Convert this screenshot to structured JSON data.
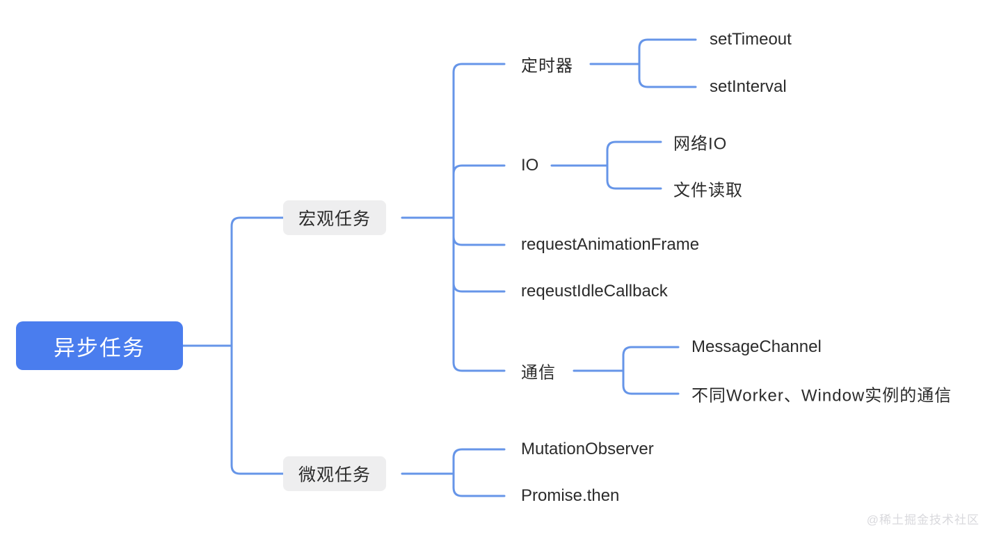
{
  "colors": {
    "root_fill": "#4a7dee",
    "root_text": "#ffffff",
    "branch_fill": "#eeeeef",
    "branch_text": "#2b2b2b",
    "edge": "#6695e8",
    "background": "#ffffff",
    "watermark": "#d9d9dd"
  },
  "mindmap": {
    "root": {
      "label": "异步任务"
    },
    "branches": [
      {
        "label": "宏观任务",
        "children": [
          {
            "label": "定时器",
            "children": [
              {
                "label": "setTimeout"
              },
              {
                "label": "setInterval"
              }
            ]
          },
          {
            "label": "IO",
            "children": [
              {
                "label": "网络IO"
              },
              {
                "label": "文件读取"
              }
            ]
          },
          {
            "label": "requestAnimationFrame",
            "children": []
          },
          {
            "label": "reqeustIdleCallback",
            "children": []
          },
          {
            "label": "通信",
            "children": [
              {
                "label": "MessageChannel"
              },
              {
                "label": "不同Worker、Window实例的通信"
              }
            ]
          }
        ]
      },
      {
        "label": "微观任务",
        "children": [
          {
            "label": "MutationObserver",
            "children": []
          },
          {
            "label": "Promise.then",
            "children": []
          }
        ]
      }
    ]
  },
  "watermark": {
    "text": "@稀土掘金技术社区"
  }
}
